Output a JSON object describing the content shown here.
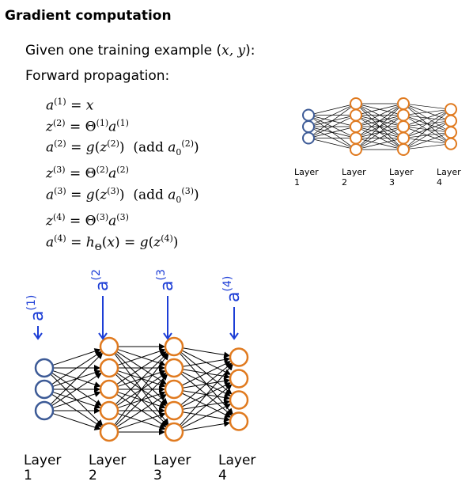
{
  "header": {
    "title": "Gradient computation"
  },
  "intro": {
    "text": "Given one training example (",
    "vars": "x, y",
    "close": "):"
  },
  "forward": {
    "label": "Forward propagation:"
  },
  "equations": [
    {
      "lhs": "a",
      "sup": "(1)",
      "rhs": "= x"
    },
    {
      "lhs": "z",
      "sup": "(2)",
      "rhs": "= Θ(1)a(1)"
    },
    {
      "lhs": "a",
      "sup": "(2)",
      "rhs": "= g(z(2))  (add a0(2))"
    },
    {
      "lhs": "z",
      "sup": "(3)",
      "rhs": "= Θ(2)a(2)"
    },
    {
      "lhs": "a",
      "sup": "(3)",
      "rhs": "= g(z(3))  (add a0(3))"
    },
    {
      "lhs": "z",
      "sup": "(4)",
      "rhs": "= Θ(3)a(3)"
    },
    {
      "lhs": "a",
      "sup": "(4)",
      "rhs": "= hΘ(x) = g(z(4))"
    }
  ],
  "network": {
    "layers": [
      3,
      5,
      5,
      4
    ],
    "layer_labels": [
      "Layer 1",
      "Layer 2",
      "Layer 3",
      "Layer 4"
    ],
    "colors": {
      "input": "#3c5a96",
      "hidden": "#e07a1f",
      "edge": "#000000",
      "annotation": "#1d3ed6"
    }
  },
  "annotations": [
    "a(1)",
    "a(2)",
    "a(3)",
    "a(4)"
  ]
}
